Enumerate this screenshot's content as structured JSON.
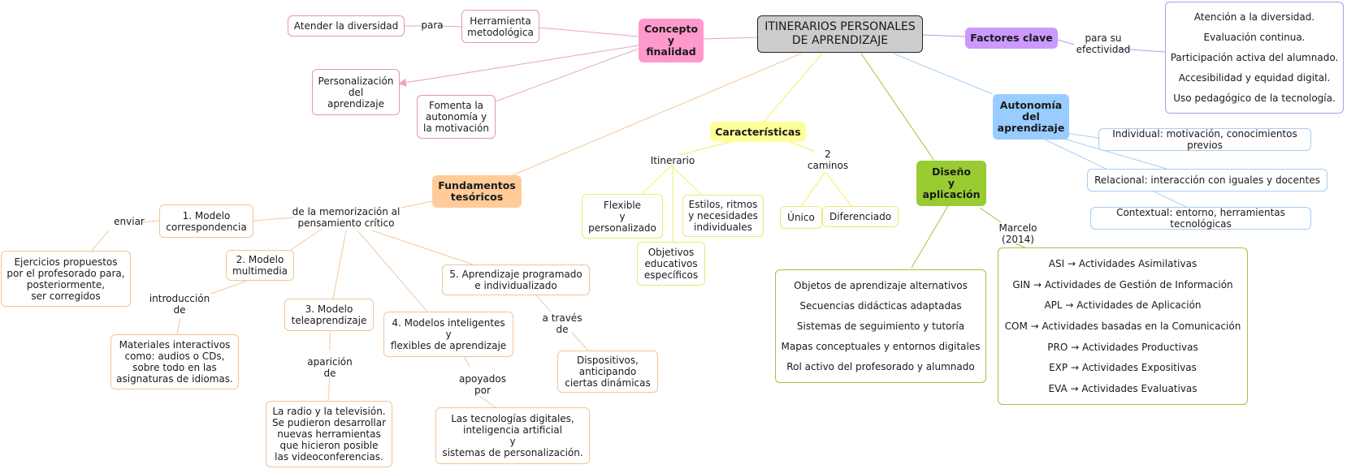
{
  "root": "ITINERARIOS PERSONALES\nDE APRENDIZAJE",
  "colors": {
    "concepto": "#ff99cc",
    "factores": "#cc99ff",
    "autonomia": "#99ccff",
    "caracteristicas": "#ffff99",
    "diseno": "#99cc33",
    "fundamentos": "#ffcc99"
  },
  "concepto": {
    "title": "Concepto\ny\nfinalidad",
    "herramienta": "Herramienta\nmetodológica",
    "para": "para",
    "diversidad": "Atender la diversidad",
    "personalizacion": "Personalización\ndel\naprendizaje",
    "fomenta": "Fomenta la\nautonomía y\nla motivación"
  },
  "factores": {
    "title": "Factores clave",
    "link": "para su\nefectividad",
    "items": [
      "Atención a la diversidad.",
      "Evaluación continua.",
      "Participación activa del alumnado.",
      "Accesibilidad y equidad digital.",
      "Uso pedagógico de la tecnología."
    ]
  },
  "autonomia": {
    "title": "Autonomía\ndel\naprendizaje",
    "individual": "Individual: motivación, conocimientos previos",
    "relacional": "Relacional: interacción con iguales y docentes",
    "contextual": "Contextual: entorno, herramientas tecnológicas"
  },
  "caracteristicas": {
    "title": "Características",
    "itinerario": "Itinerario",
    "caminos": "2\ncaminos",
    "flexible": "Flexible\ny\npersonalizado",
    "estilos": "Estilos, ritmos\ny necesidades\nindividuales",
    "objetivos": "Objetivos\neducativos\nespecíficos",
    "unico": "Único",
    "diferenciado": "Diferenciado"
  },
  "diseno": {
    "title": "Diseño\ny\naplicación",
    "marcelo": "Marcelo\n(2014)",
    "objetos": [
      "Objetos de aprendizaje alternativos",
      "Secuencias didácticas adaptadas",
      "Sistemas de seguimiento y tutoría",
      "Mapas conceptuales y entornos digitales",
      "Rol activo del profesorado y alumnado"
    ],
    "actividades": [
      "ASI → Actividades Asimilativas",
      "GIN → Actividades de Gestión de Información",
      "APL → Actividades de Aplicación",
      "COM → Actividades basadas en la Comunicación",
      "PRO → Actividades Productivas",
      "EXP  → Actividades Expositivas",
      "EVA → Actividades Evaluativas"
    ]
  },
  "fundamentos": {
    "title": "Fundamentos\ntesóricos",
    "memorizacion": "de la memorización al\npensamiento crítico",
    "m1": "1. Modelo\ncorrespondencia",
    "enviar": "enviar",
    "ejercicios": "Ejercicios propuestos\npor el profesorado para,\nposteriormente,\nser corregidos",
    "m2": "2. Modelo\nmultimedia",
    "introduccion": "introducción\nde",
    "materiales": "Materiales interactivos\ncomo: audios o CDs,\nsobre todo en las\nasignaturas de idiomas.",
    "m3": "3. Modelo\nteleaprendizaje",
    "aparicion": "aparición\nde",
    "radio": "La radio y la televisión.\nSe pudieron desarrollar\nnuevas herramientas\nque hicieron posible\nlas videoconferencias.",
    "m4": "4. Modelos inteligentes\ny\nflexibles de aprendizaje",
    "apoyados": "apoyados\npor",
    "tecnologias": "Las tecnologías digitales,\ninteligencia artificial\ny\nsistemas de personalización.",
    "m5": "5. Aprendizaje programado\ne individualizado",
    "atraves": "a través\nde",
    "dispositivos": "Dispositivos,\nanticipando\nciertas dinámicas"
  }
}
